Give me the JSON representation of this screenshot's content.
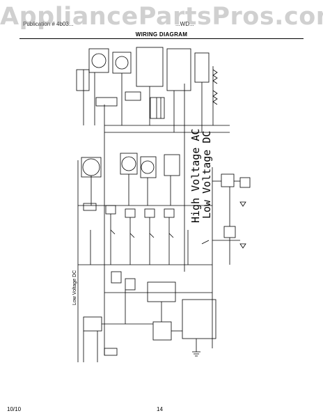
{
  "watermark": "AppliancePartsPros.com",
  "header": {
    "left_text": "Publication # 4b03...",
    "mid_text": "...WD...",
    "title": "WIRING DIAGRAM"
  },
  "diagram": {
    "legend_high": "High Voltage AC",
    "legend_low": "Low Voltage DC",
    "low_voltage_label": "Low Voltage DC"
  },
  "footer": {
    "date": "10/10",
    "page": "14"
  }
}
